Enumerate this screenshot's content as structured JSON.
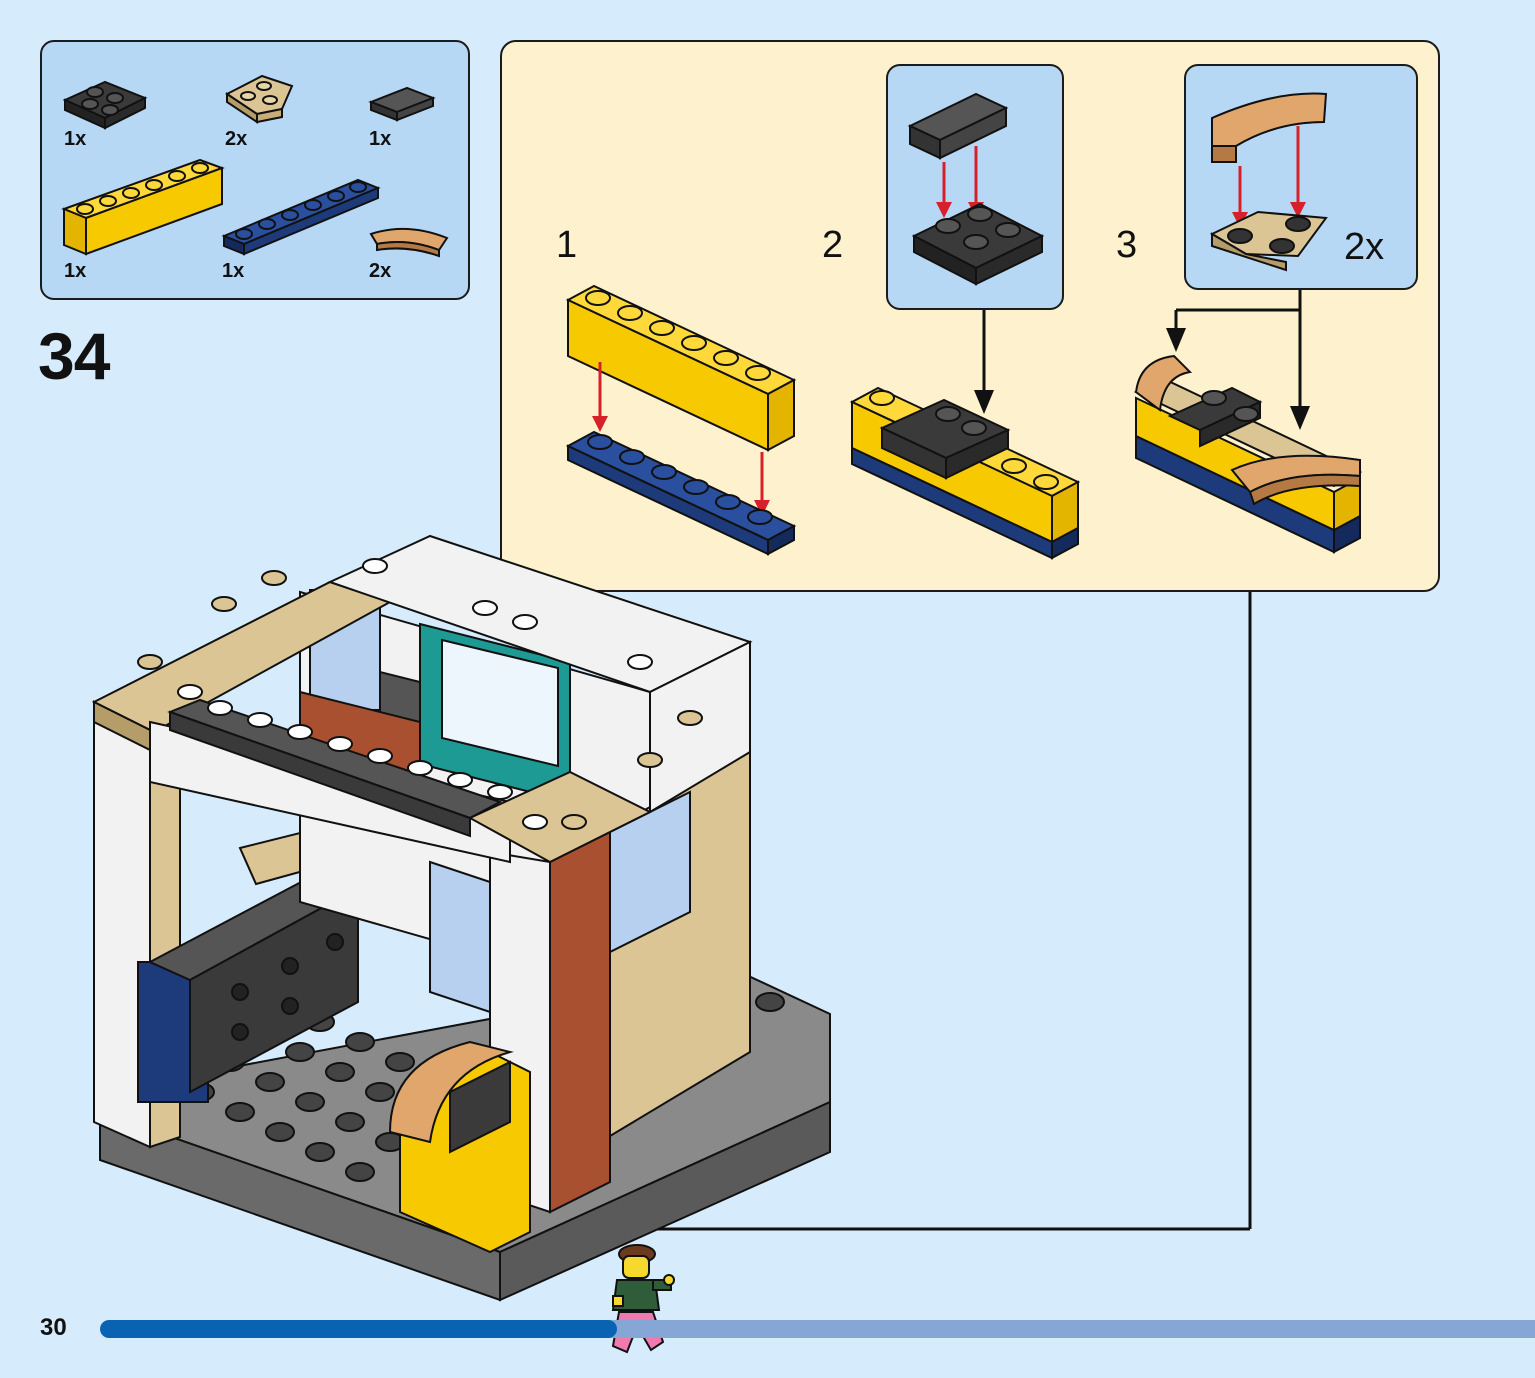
{
  "parts_list": {
    "items": [
      {
        "name": "plate 2x2 dark grey",
        "qty": "1x"
      },
      {
        "name": "tan corner plate",
        "qty": "2x"
      },
      {
        "name": "tile 1x2 dark grey",
        "qty": "1x"
      },
      {
        "name": "yellow brick 1x6",
        "qty": "1x"
      },
      {
        "name": "dark blue plate 1x6",
        "qty": "1x"
      },
      {
        "name": "curved tan tile",
        "qty": "2x"
      }
    ]
  },
  "step": {
    "number": "34"
  },
  "sub_assembly": {
    "steps": [
      {
        "number": "1"
      },
      {
        "number": "2"
      },
      {
        "number": "3",
        "callout_qty": "2x"
      }
    ]
  },
  "page": {
    "number": "30"
  },
  "progress": {
    "fraction": 0.36
  },
  "colors": {
    "background": "#d6ebfb",
    "parts_panel": "#b7d8f5",
    "subassembly_panel": "#fdf2cd",
    "progress_fill": "#0a62b3",
    "progress_track": "#86a7d6",
    "yellow": "#f7c900",
    "dark_blue": "#1d3a7a",
    "dark_grey": "#555555",
    "tan": "#dcc594",
    "medium_nougat": "#e0a66c",
    "arrow_red": "#d6202a"
  }
}
